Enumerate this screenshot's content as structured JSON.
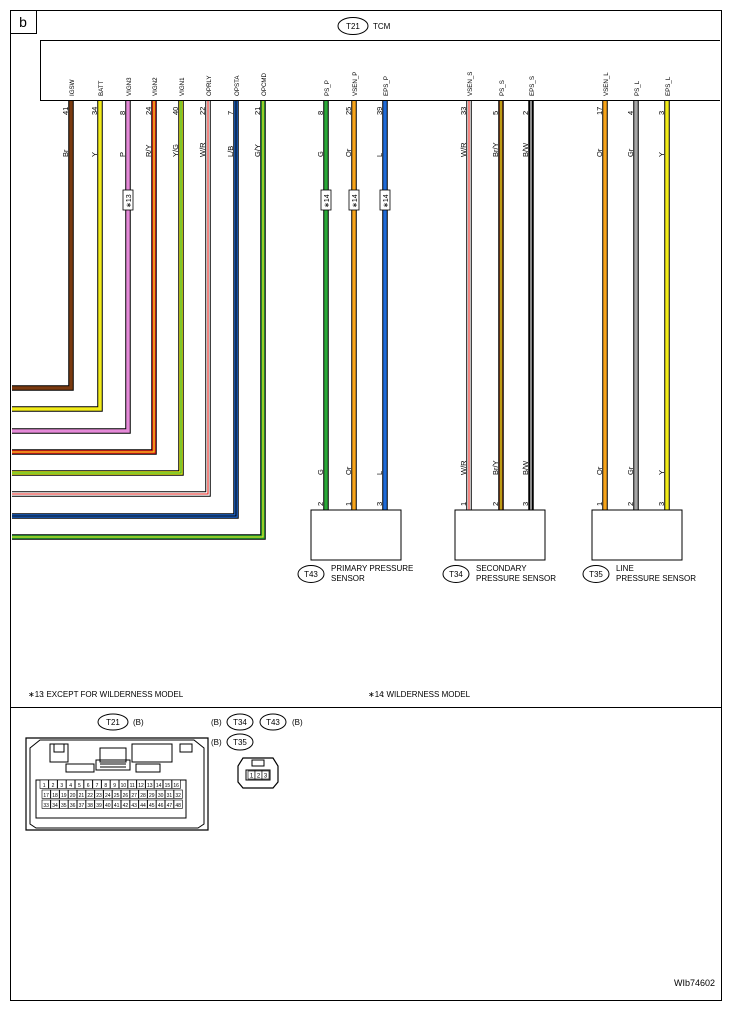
{
  "page_label": "b",
  "tcm": {
    "connector": "T21",
    "name": "TCM"
  },
  "tcm_pins": [
    {
      "signal": "IGSW",
      "pin": "41",
      "color": "Br",
      "hex": "#7a3a10",
      "stripe": null,
      "note": ""
    },
    {
      "signal": "BATT",
      "pin": "34",
      "color": "Y",
      "hex": "#f2ec1a",
      "stripe": null,
      "note": ""
    },
    {
      "signal": "VIGN3",
      "pin": "8",
      "color": "P",
      "hex": "#e58ad8",
      "stripe": null,
      "note": "13"
    },
    {
      "signal": "VIGN2",
      "pin": "24",
      "color": "R/Y",
      "hex": "#e8231c",
      "stripe": "#f2ec1a",
      "note": ""
    },
    {
      "signal": "VIGN1",
      "pin": "40",
      "color": "Y/G",
      "hex": "#e6ee1a",
      "stripe": "#2aa838",
      "note": ""
    },
    {
      "signal": "OPRLY",
      "pin": "22",
      "color": "W/R",
      "hex": "#ffffff",
      "stripe": "#e8231c",
      "note": ""
    },
    {
      "signal": "OPSTA",
      "pin": "7",
      "color": "L/B",
      "hex": "#1e6ad8",
      "stripe": "#000000",
      "note": ""
    },
    {
      "signal": "OPCMD",
      "pin": "21",
      "color": "G/Y",
      "hex": "#2aa838",
      "stripe": "#f2ec1a",
      "note": ""
    },
    {
      "signal": "PS_P",
      "pin": "8",
      "color": "G",
      "hex": "#2aa838",
      "stripe": null,
      "note": "14"
    },
    {
      "signal": "VSEN_P",
      "pin": "25",
      "color": "Or",
      "hex": "#f7a41a",
      "stripe": null,
      "note": "14"
    },
    {
      "signal": "EPS_P",
      "pin": "39",
      "color": "L",
      "hex": "#1e6ad8",
      "stripe": null,
      "note": "14"
    },
    {
      "signal": "VSEN_S",
      "pin": "33",
      "color": "W/R",
      "hex": "#ffffff",
      "stripe": "#e8231c",
      "note": ""
    },
    {
      "signal": "PS_S",
      "pin": "5",
      "color": "Br/Y",
      "hex": "#7a3a10",
      "stripe": "#f2ec1a",
      "note": ""
    },
    {
      "signal": "EPS_S",
      "pin": "2",
      "color": "B/W",
      "hex": "#000000",
      "stripe": "#ffffff",
      "note": ""
    },
    {
      "signal": "VSEN_L",
      "pin": "17",
      "color": "Or",
      "hex": "#f7a41a",
      "stripe": null,
      "note": ""
    },
    {
      "signal": "PS_L",
      "pin": "4",
      "color": "Gr",
      "hex": "#a6a6a6",
      "stripe": null,
      "note": ""
    },
    {
      "signal": "EPS_L",
      "pin": "3",
      "color": "Y",
      "hex": "#f2ec1a",
      "stripe": null,
      "note": ""
    }
  ],
  "sensors": [
    {
      "connector": "T43",
      "name_line1": "PRIMARY PRESSURE",
      "name_line2": "SENSOR",
      "pins": [
        {
          "pin": "2",
          "color": "G"
        },
        {
          "pin": "1",
          "color": "Or"
        },
        {
          "pin": "3",
          "color": "L"
        }
      ]
    },
    {
      "connector": "T34",
      "name_line1": "SECONDARY",
      "name_line2": "PRESSURE SENSOR",
      "pins": [
        {
          "pin": "1",
          "color": "W/R"
        },
        {
          "pin": "2",
          "color": "Br/Y"
        },
        {
          "pin": "3",
          "color": "B/W"
        }
      ]
    },
    {
      "connector": "T35",
      "name_line1": "LINE",
      "name_line2": "PRESSURE SENSOR",
      "pins": [
        {
          "pin": "1",
          "color": "Or"
        },
        {
          "pin": "2",
          "color": "Gr"
        },
        {
          "pin": "3",
          "color": "Y"
        }
      ]
    }
  ],
  "notes": {
    "note13_mark": "∗13",
    "note13": "EXCEPT FOR WILDERNESS MODEL",
    "note14_mark": "∗14",
    "note14": "WILDERNESS MODEL"
  },
  "connector_views": {
    "t21_label": "T21",
    "t21_color": "(B)",
    "sensor_color": "(B)",
    "sensor_labels": [
      "T34",
      "T43",
      "T35"
    ],
    "t21_rows": [
      [
        "1",
        "2",
        "3",
        "4",
        "5",
        "6",
        "7",
        "8",
        "9",
        "10",
        "11",
        "12",
        "13",
        "14",
        "15",
        "16"
      ],
      [
        "17",
        "18",
        "19",
        "20",
        "21",
        "22",
        "23",
        "24",
        "25",
        "26",
        "27",
        "28",
        "29",
        "30",
        "31",
        "32"
      ],
      [
        "33",
        "34",
        "35",
        "36",
        "37",
        "38",
        "39",
        "40",
        "41",
        "42",
        "43",
        "44",
        "45",
        "46",
        "47",
        "48"
      ]
    ],
    "sensor_pins": [
      "1",
      "2",
      "3"
    ]
  },
  "figure_id": "WIb74602"
}
